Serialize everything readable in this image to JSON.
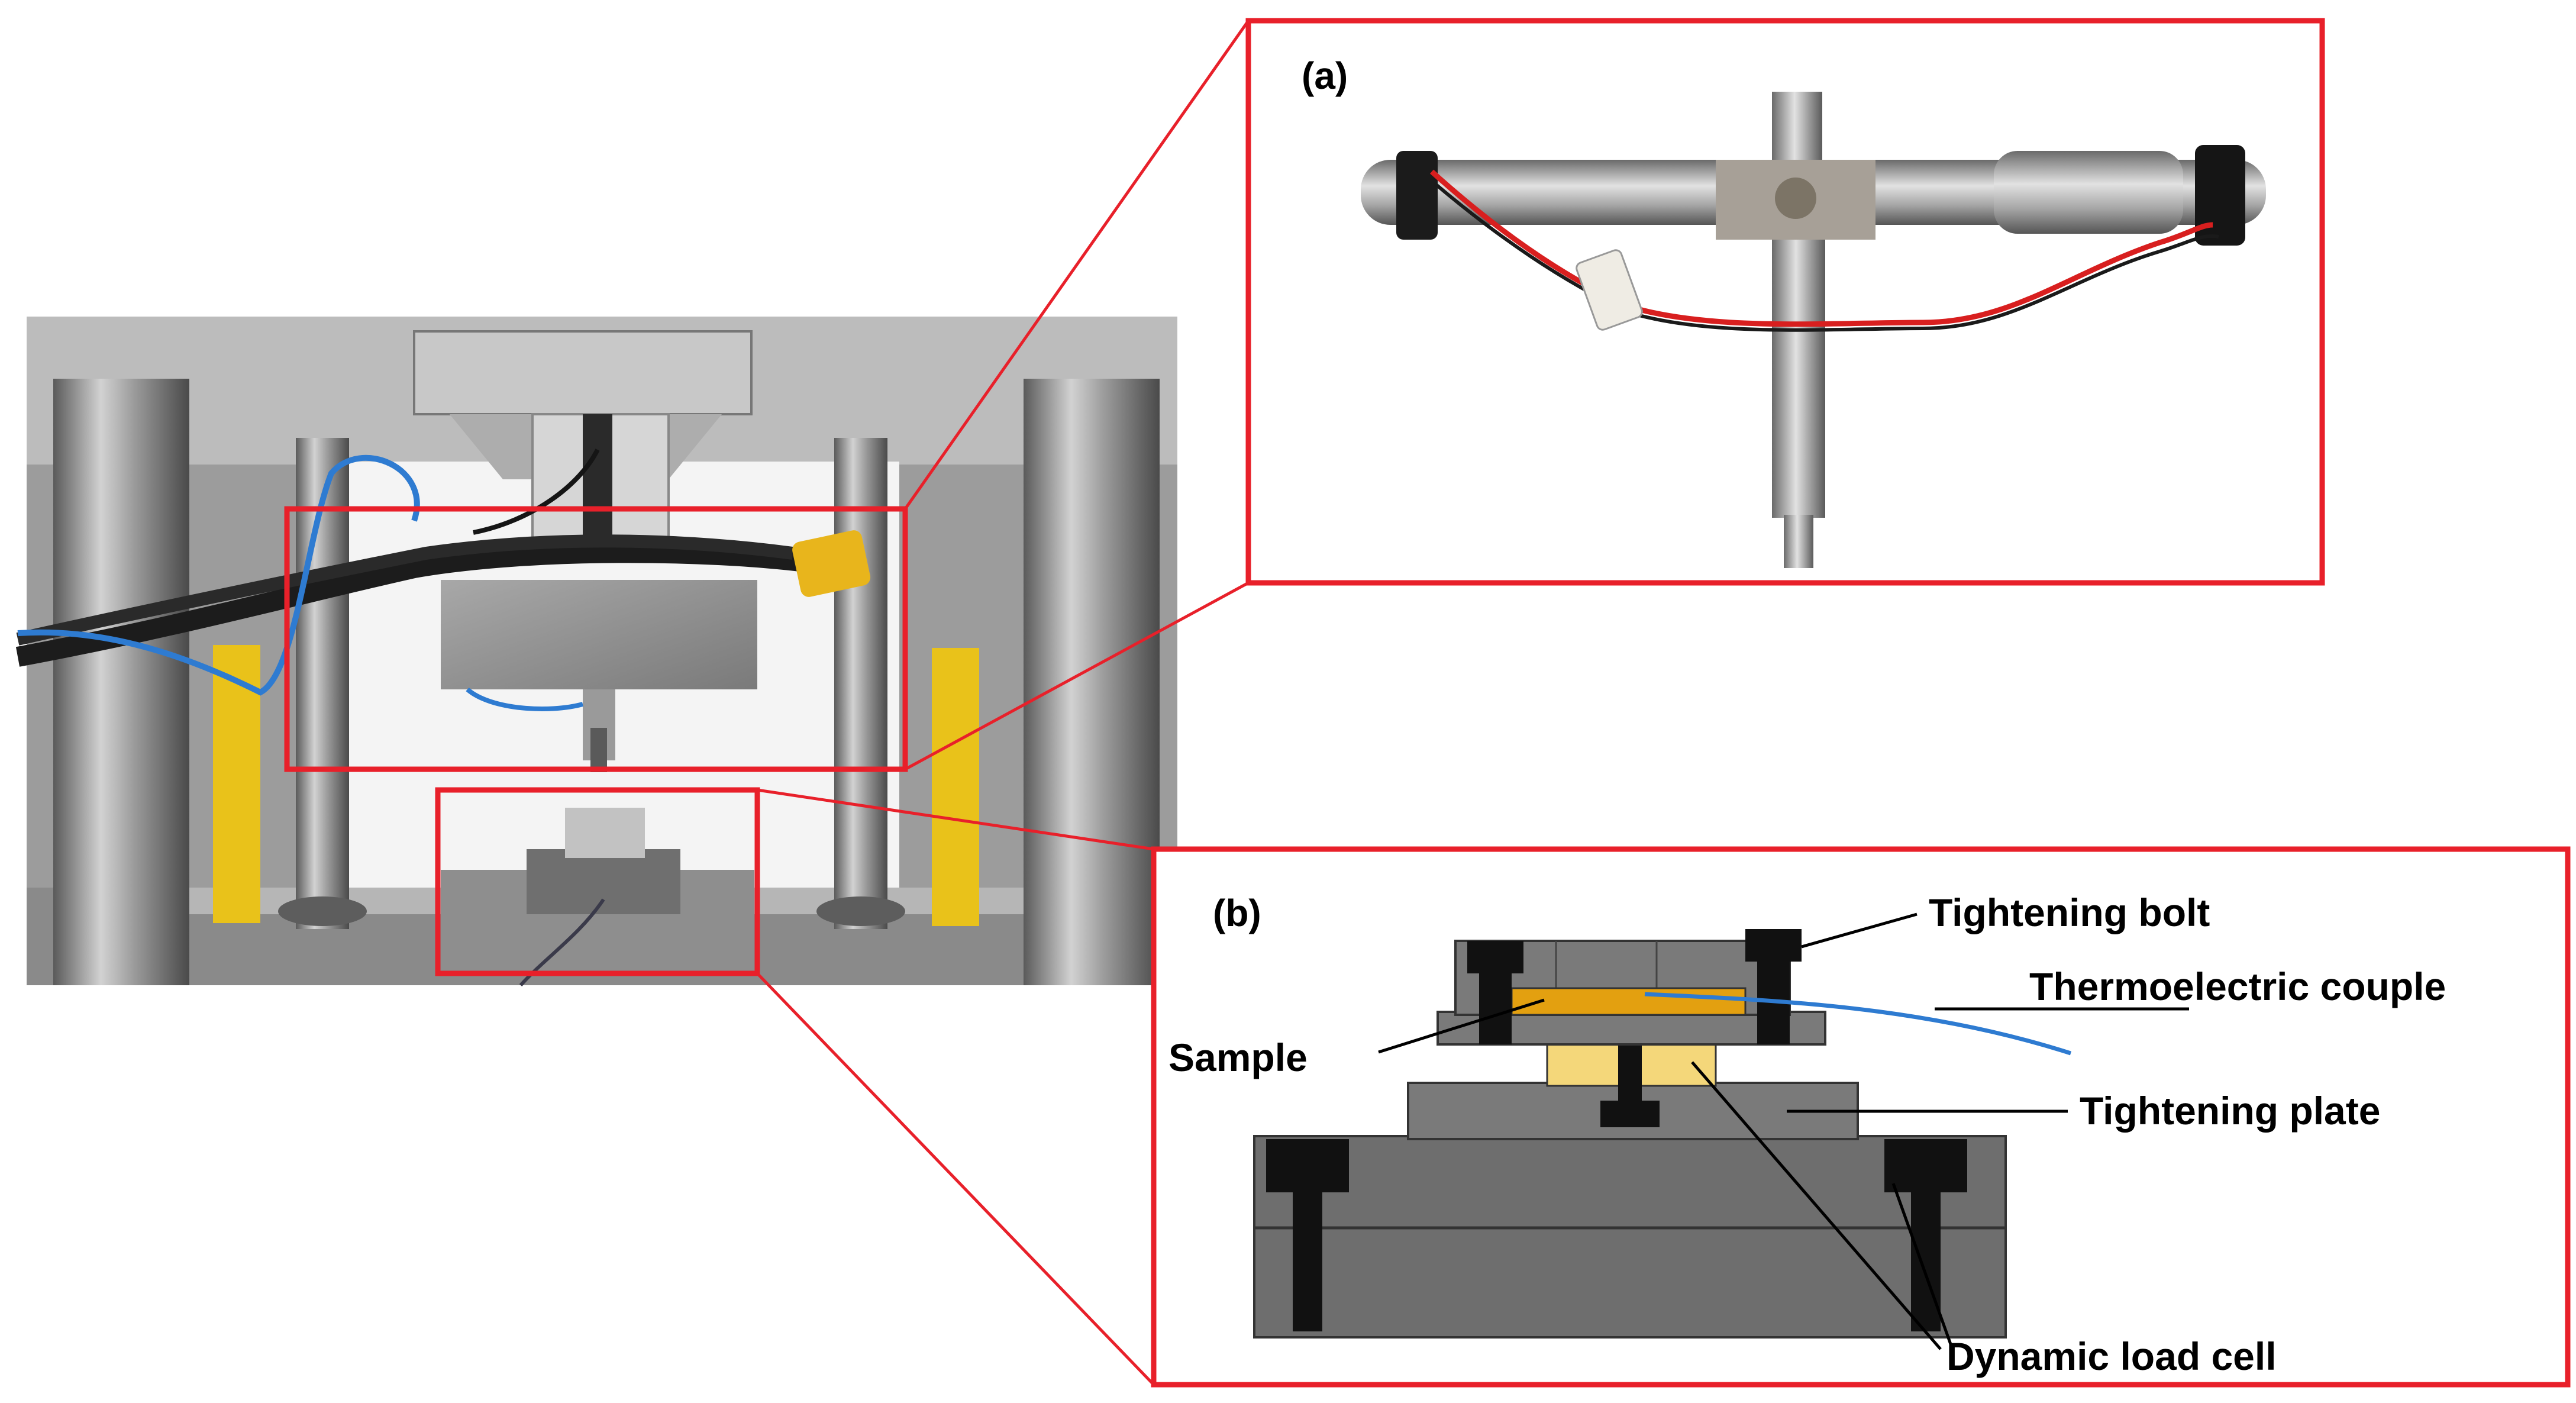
{
  "panels": {
    "a": {
      "label": "(a)"
    },
    "b": {
      "label": "(b)"
    }
  },
  "annotations": {
    "tightening_bolt": "Tightening bolt",
    "thermoelectric_couple": "Thermoelectric couple",
    "sample": "Sample",
    "tightening_plate": "Tightening plate",
    "dynamic_load_cell": "Dynamic load cell"
  },
  "colors": {
    "frame_red": "#e8202a",
    "steel_dark": "#6e6e6e",
    "steel_mid": "#8f8f8f",
    "steel_light": "#bdbdbd",
    "yellow_guard": "#e9c21a",
    "sample_orange": "#e3a010",
    "load_cell_yellow": "#f4d77a",
    "wire_blue": "#2e7bd1",
    "wire_red": "#d81f1f",
    "bolt_black": "#111111"
  }
}
